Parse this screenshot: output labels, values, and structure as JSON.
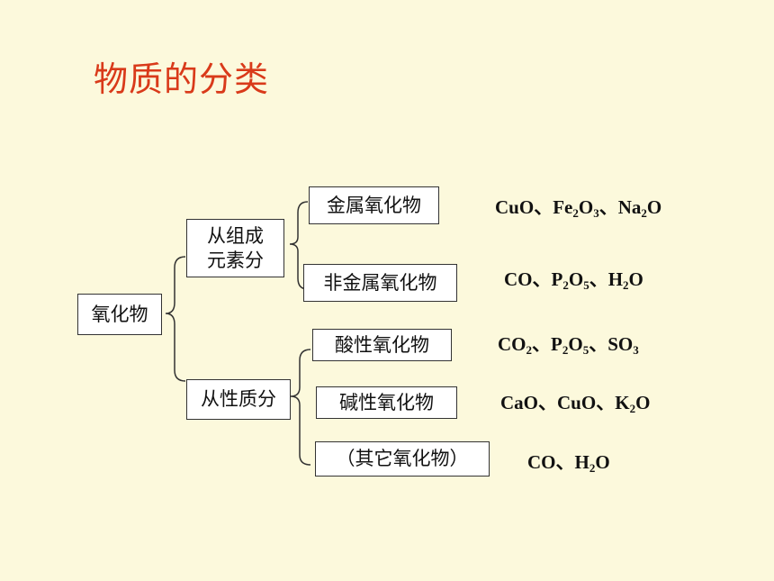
{
  "title": "物质的分类",
  "root": {
    "label": "氧化物"
  },
  "branches": [
    {
      "label_lines": [
        "从组成",
        "元素分"
      ],
      "children": [
        {
          "label": "金属氧化物",
          "formulas": [
            [
              [
                "Cu",
                ""
              ],
              [
                "O",
                ""
              ]
            ],
            [
              [
                "Fe",
                "2"
              ],
              [
                "O",
                "3"
              ]
            ],
            [
              [
                "Na",
                "2"
              ],
              [
                "O",
                ""
              ]
            ]
          ]
        },
        {
          "label": "非金属氧化物",
          "formulas": [
            [
              [
                "C",
                ""
              ],
              [
                "O",
                ""
              ]
            ],
            [
              [
                "P",
                "2"
              ],
              [
                "O",
                "5"
              ]
            ],
            [
              [
                "H",
                "2"
              ],
              [
                "O",
                ""
              ]
            ]
          ]
        }
      ]
    },
    {
      "label_lines": [
        "从性质分"
      ],
      "children": [
        {
          "label": "酸性氧化物",
          "formulas": [
            [
              [
                "C",
                ""
              ],
              [
                "O",
                "2"
              ]
            ],
            [
              [
                "P",
                "2"
              ],
              [
                "O",
                "5"
              ]
            ],
            [
              [
                "S",
                ""
              ],
              [
                "O",
                "3"
              ]
            ]
          ]
        },
        {
          "label": "碱性氧化物",
          "formulas": [
            [
              [
                "Ca",
                ""
              ],
              [
                "O",
                ""
              ]
            ],
            [
              [
                "Cu",
                ""
              ],
              [
                "O",
                ""
              ]
            ],
            [
              [
                "K",
                "2"
              ],
              [
                "O",
                ""
              ]
            ]
          ]
        },
        {
          "label": "（其它氧化物）",
          "formulas": [
            [
              [
                "C",
                ""
              ],
              [
                "O",
                ""
              ]
            ],
            [
              [
                "H",
                "2"
              ],
              [
                "O",
                ""
              ]
            ]
          ]
        }
      ]
    }
  ],
  "separator": "、",
  "colors": {
    "background": "#fcf9dc",
    "title": "#d93a1a",
    "box_border": "#333333",
    "text": "#111111"
  }
}
